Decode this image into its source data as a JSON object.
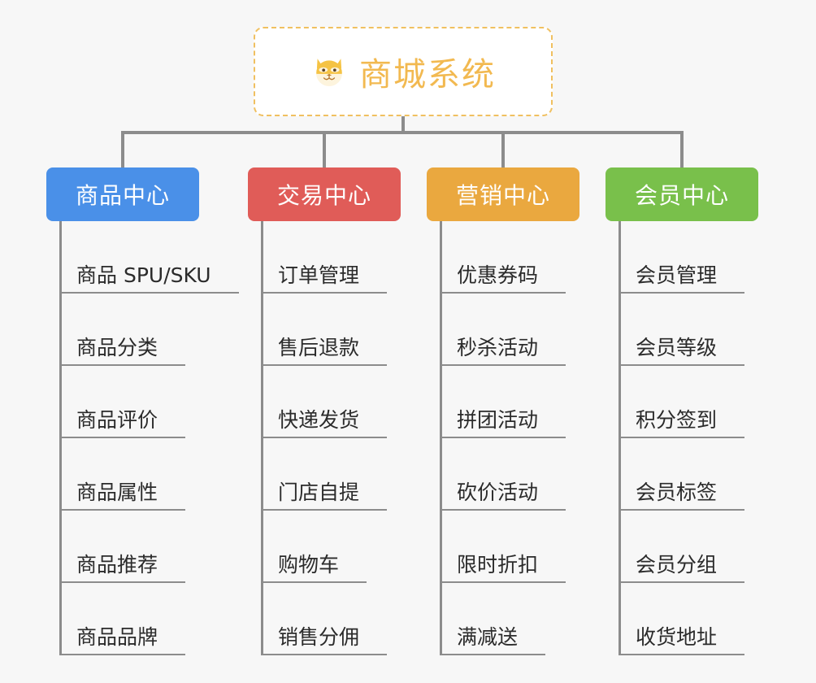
{
  "diagram": {
    "type": "mindmap",
    "background_color": "#f7f7f7",
    "root": {
      "title": "商城系统",
      "icon": "shiba-dog-face-icon",
      "text_color": "#f2b950",
      "border_color": "#f0c060",
      "background_color": "#ffffff"
    },
    "connector_color": "#8c8c8c",
    "branches": [
      {
        "label": "商品中心",
        "color": "#4a90e8",
        "items": [
          "商品 SPU/SKU",
          "商品分类",
          "商品评价",
          "商品属性",
          "商品推荐",
          "商品品牌"
        ]
      },
      {
        "label": "交易中心",
        "color": "#e05c58",
        "items": [
          "订单管理",
          "售后退款",
          "快递发货",
          "门店自提",
          "购物车",
          "销售分佣"
        ]
      },
      {
        "label": "营销中心",
        "color": "#eaa83f",
        "items": [
          "优惠券码",
          "秒杀活动",
          "拼团活动",
          "砍价活动",
          "限时折扣",
          "满减送"
        ]
      },
      {
        "label": "会员中心",
        "color": "#79c04b",
        "items": [
          "会员管理",
          "会员等级",
          "积分签到",
          "会员标签",
          "会员分组",
          "收货地址"
        ]
      }
    ]
  }
}
